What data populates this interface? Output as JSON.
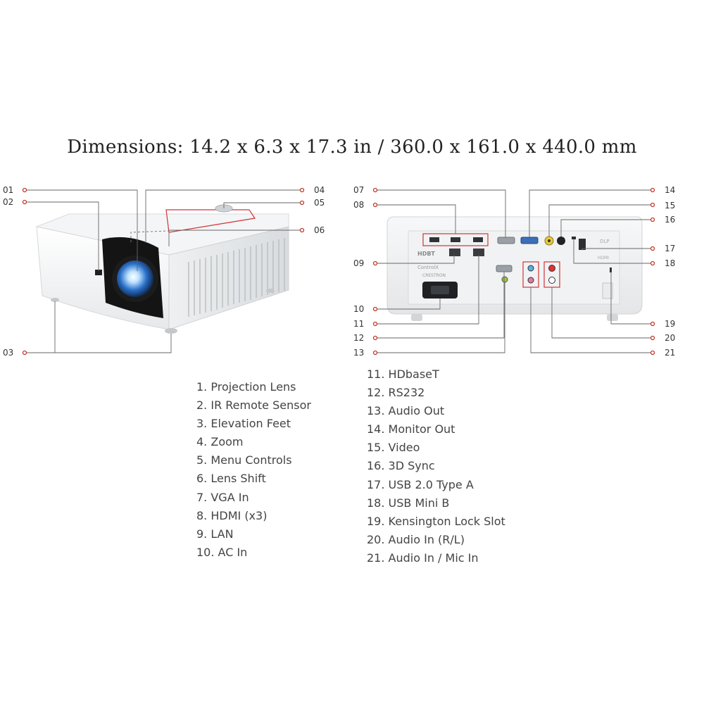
{
  "title": "Dimensions: 14.2 x 6.3 x 17.3 in / 360.0 x 161.0 x 440.0 mm",
  "colors": {
    "marker": "#c0392b",
    "line": "#666666",
    "highlight": "#d0353a"
  },
  "callouts": {
    "c01": "01",
    "c02": "02",
    "c03": "03",
    "c04": "04",
    "c05": "05",
    "c06": "06",
    "c07": "07",
    "c08": "08",
    "c09": "09",
    "c10": "10",
    "c11": "11",
    "c12": "12",
    "c13": "13",
    "c14": "14",
    "c15": "15",
    "c16": "16",
    "c17": "17",
    "c18": "18",
    "c19": "19",
    "c20": "20",
    "c21": "21"
  },
  "rear_panel_labels": {
    "hdbt": "HDBT",
    "controlx": "ControlX",
    "crestron": "CRESTRON",
    "dlp": "DLP",
    "hdmi": "HDMI"
  },
  "legend_left": [
    "1. Projection Lens",
    "2. IR Remote Sensor",
    "3. Elevation Feet",
    "4. Zoom",
    "5. Menu Controls",
    "6. Lens Shift",
    "7. VGA In",
    "8. HDMI (x3)",
    "9. LAN",
    "10. AC In"
  ],
  "legend_right": [
    "11. HDbaseT",
    "12. RS232",
    "13. Audio Out",
    "14. Monitor Out",
    "15. Video",
    "16. 3D Sync",
    "17. USB 2.0 Type A",
    "18. USB Mini B",
    "19. Kensington Lock Slot",
    "20. Audio In (R/L)",
    "21. Audio In / Mic In"
  ]
}
